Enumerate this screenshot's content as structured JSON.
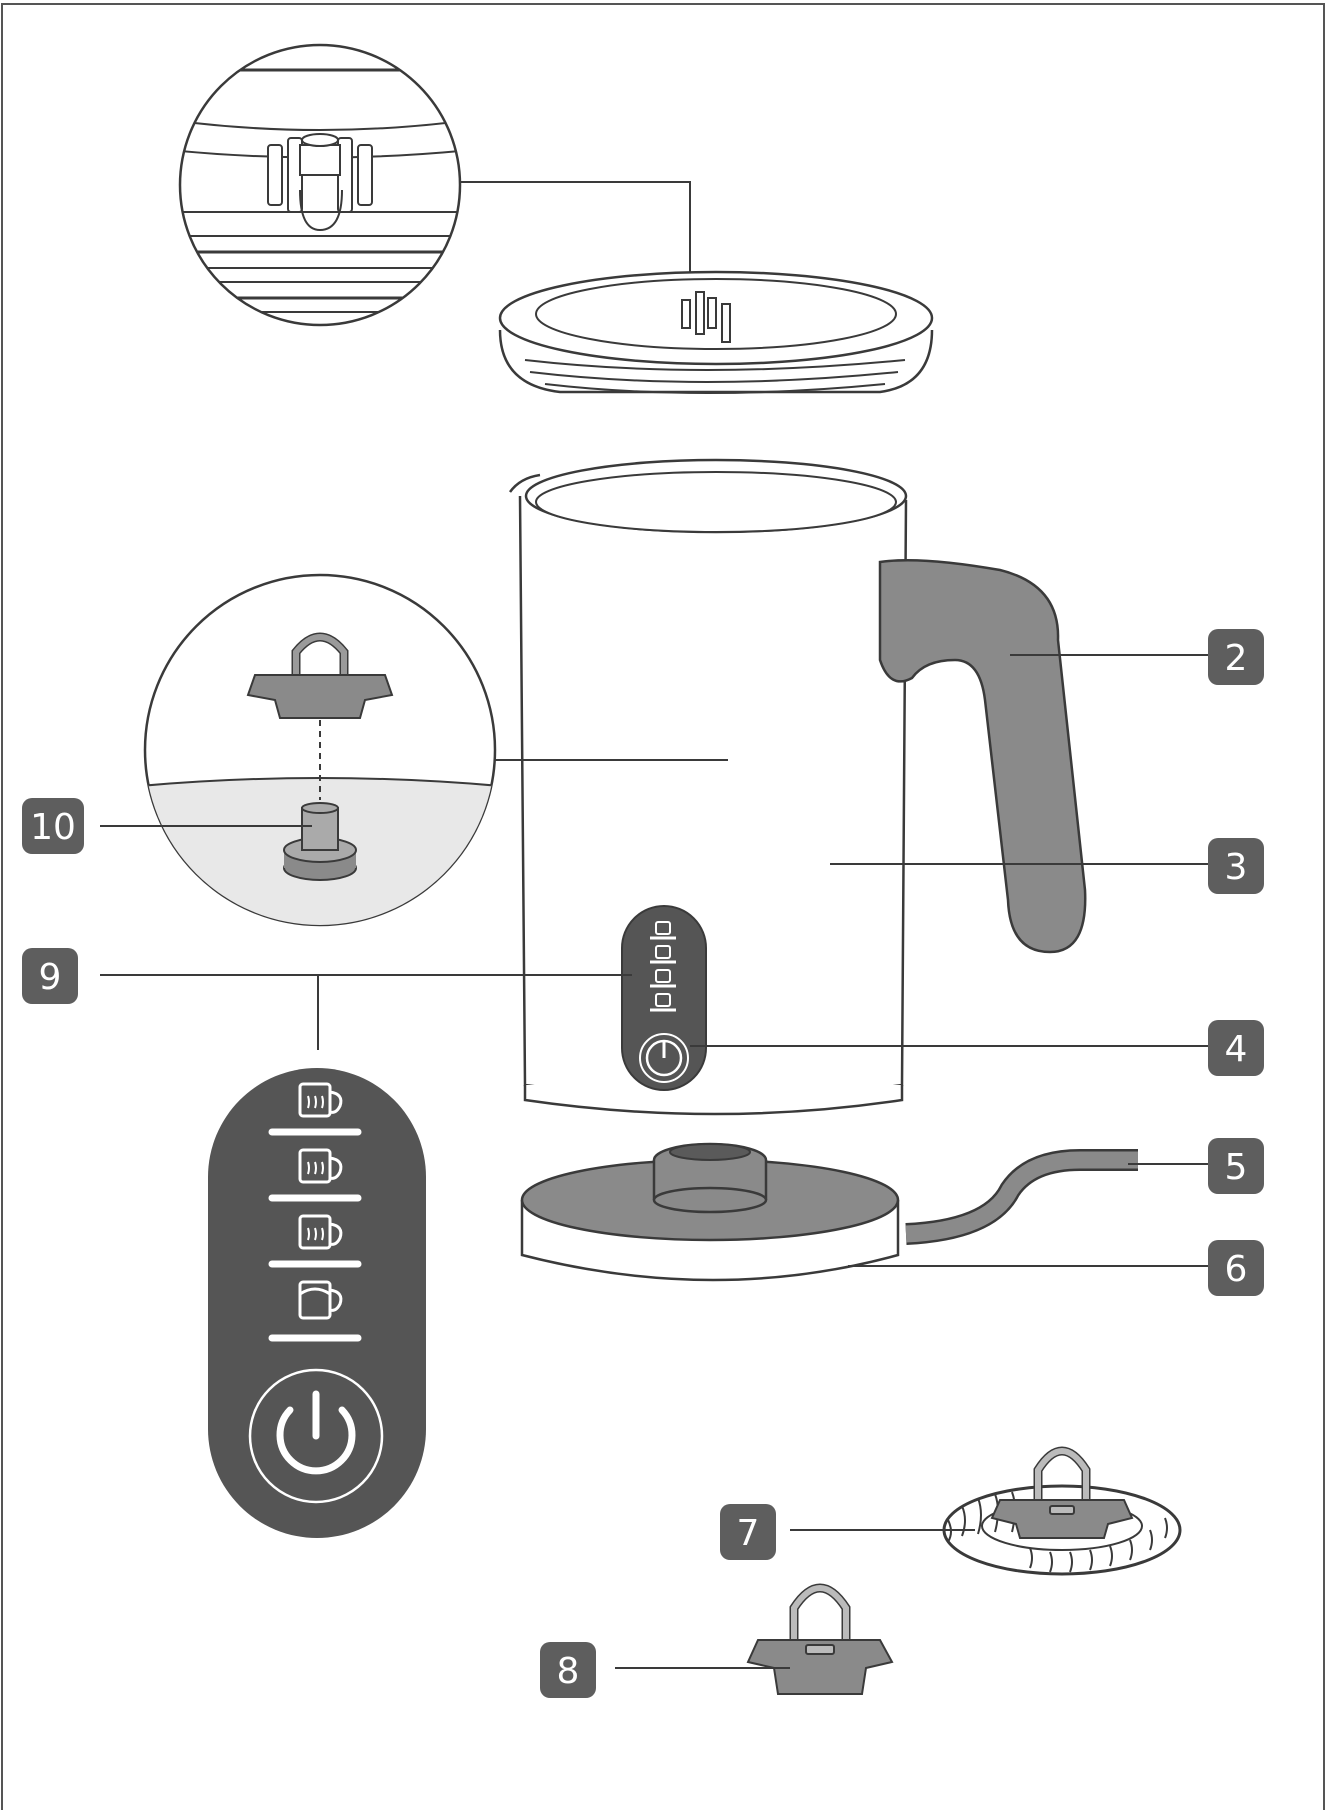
{
  "colors": {
    "line": "#3a3a3a",
    "body_fill": "#ffffff",
    "accent_gray": "#8a8a8a",
    "panel_dark": "#555555",
    "badge_bg": "#5e5e5e",
    "badge_text": "#ffffff",
    "light_fill": "#e8e8e8"
  },
  "callouts": [
    {
      "id": "2",
      "label": "2",
      "part": "handle"
    },
    {
      "id": "3",
      "label": "3",
      "part": "jug-body"
    },
    {
      "id": "4",
      "label": "4",
      "part": "power-button"
    },
    {
      "id": "5",
      "label": "5",
      "part": "power-cord"
    },
    {
      "id": "6",
      "label": "6",
      "part": "base"
    },
    {
      "id": "7",
      "label": "7",
      "part": "frothing-whisk"
    },
    {
      "id": "8",
      "label": "8",
      "part": "heating-whisk"
    },
    {
      "id": "9",
      "label": "9",
      "part": "control-panel"
    },
    {
      "id": "10",
      "label": "10",
      "part": "whisk-shaft"
    }
  ],
  "icons": {
    "panel": [
      "cup-steam-icon",
      "cup-steam-icon",
      "cup-steam-icon",
      "cup-foam-icon",
      "power-icon"
    ]
  }
}
